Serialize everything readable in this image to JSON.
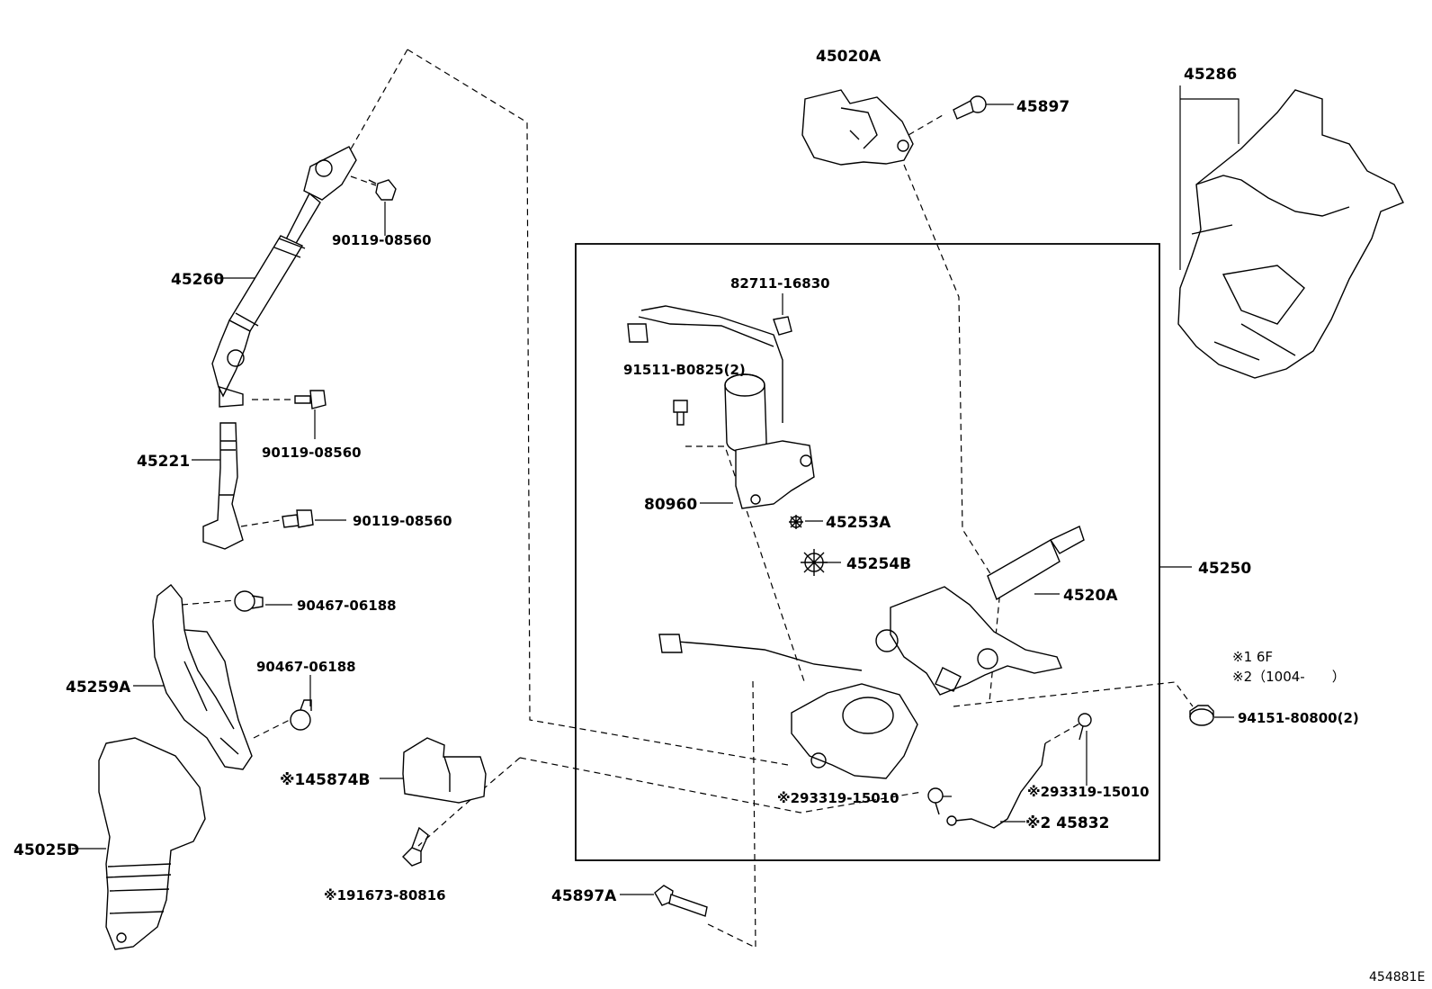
{
  "diagram_id": "454881E",
  "labels": {
    "p45020A": "45020A",
    "p45897": "45897",
    "p45286": "45286",
    "p90119_a": "90119-08560",
    "p45260": "45260",
    "p90119_b": "90119-08560",
    "p45221": "45221",
    "p90119_c": "90119-08560",
    "p82711": "82711-16830",
    "p91511": "91511-B0825(2)",
    "p80960": "80960",
    "p45253A": "45253A",
    "p45254B": "45254B",
    "p45250": "45250",
    "p4520A": "4520A",
    "p90467_a": "90467-06188",
    "p90467_b": "90467-06188",
    "p45259A": "45259A",
    "p45874B": "※145874B",
    "p45025D": "45025D",
    "p191673": "※191673-80816",
    "p45897A": "45897A",
    "p293319_a": "※293319-15010",
    "p293319_b": "※293319-15010",
    "p45832": "※2 45832",
    "p94151": "94151-80800(2)"
  },
  "notes": {
    "note1": "※1 6F",
    "note2": "※2（1004-　　）"
  }
}
